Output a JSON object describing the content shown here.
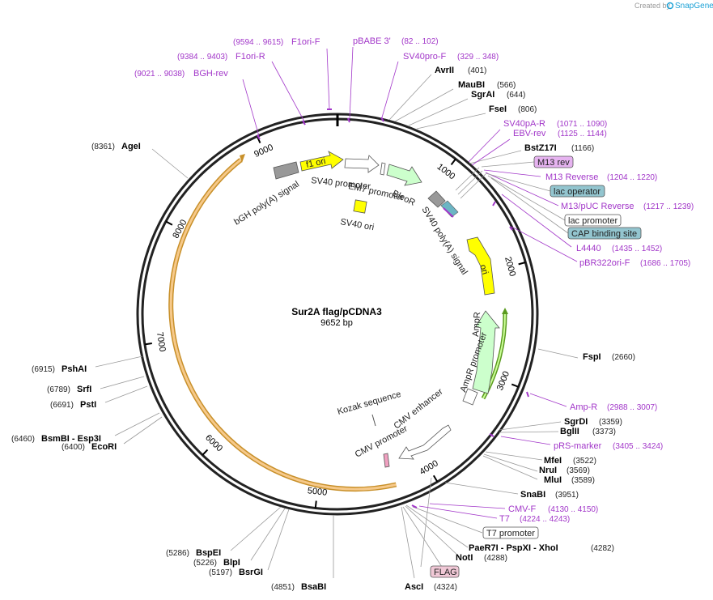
{
  "credit": {
    "prefix": "Created by",
    "brand": "SnapGene"
  },
  "plasmid": {
    "name": "Sur2A flag/pCDNA3",
    "length": "9652 bp"
  },
  "ticks": [
    "1000",
    "2000",
    "3000",
    "4000",
    "5000",
    "6000",
    "7000",
    "8000",
    "9000"
  ],
  "enzymes": [
    {
      "name": "AvrII",
      "pos": "(401)"
    },
    {
      "name": "MauBI",
      "pos": "(566)"
    },
    {
      "name": "SgrAI",
      "pos": "(644)"
    },
    {
      "name": "FseI",
      "pos": "(806)"
    },
    {
      "name": "BstZ17I",
      "pos": "(1166)"
    },
    {
      "name": "FspI",
      "pos": "(2660)"
    },
    {
      "name": "SgrDI",
      "pos": "(3359)"
    },
    {
      "name": "BglII",
      "pos": "(3373)"
    },
    {
      "name": "MfeI",
      "pos": "(3522)"
    },
    {
      "name": "NruI",
      "pos": "(3569)"
    },
    {
      "name": "MluI",
      "pos": "(3589)"
    },
    {
      "name": "SnaBI",
      "pos": "(3951)"
    },
    {
      "name": "PaeR7I - PspXI - XhoI",
      "pos": "(4282)"
    },
    {
      "name": "NotI",
      "pos": "(4288)"
    },
    {
      "name": "AscI",
      "pos": "(4324)"
    },
    {
      "name": "BsaBI",
      "pos": "(4851)"
    },
    {
      "name": "BsrGI",
      "pos": "(5197)"
    },
    {
      "name": "BlpI",
      "pos": "(5226)"
    },
    {
      "name": "BspEI",
      "pos": "(5286)"
    },
    {
      "name": "EcoRI",
      "pos": "(6400)"
    },
    {
      "name": "BsmBI - Esp3I",
      "pos": "(6460)"
    },
    {
      "name": "PstI",
      "pos": "(6691)"
    },
    {
      "name": "SrfI",
      "pos": "(6789)"
    },
    {
      "name": "PshAI",
      "pos": "(6915)"
    },
    {
      "name": "AgeI",
      "pos": "(8361)"
    }
  ],
  "primers": [
    {
      "name": "F1ori-F",
      "range": "(9594 .. 9615)"
    },
    {
      "name": "pBABE 3'",
      "range": "(82 .. 102)"
    },
    {
      "name": "SV40pro-F",
      "range": "(329 .. 348)"
    },
    {
      "name": "F1ori-R",
      "range": "(9384 .. 9403)"
    },
    {
      "name": "BGH-rev",
      "range": "(9021 .. 9038)"
    },
    {
      "name": "SV40pA-R",
      "range": "(1071 .. 1090)"
    },
    {
      "name": "EBV-rev",
      "range": "(1125 .. 1144)"
    },
    {
      "name": "M13 Reverse",
      "range": "(1204 .. 1220)"
    },
    {
      "name": "M13/pUC Reverse",
      "range": "(1217 .. 1239)"
    },
    {
      "name": "L4440",
      "range": "(1435 .. 1452)"
    },
    {
      "name": "pBR322ori-F",
      "range": "(1686 .. 1705)"
    },
    {
      "name": "Amp-R",
      "range": "(2988 .. 3007)"
    },
    {
      "name": "pRS-marker",
      "range": "(3405 .. 3424)"
    },
    {
      "name": "CMV-F",
      "range": "(4130 .. 4150)"
    },
    {
      "name": "T7",
      "range": "(4224 .. 4243)"
    }
  ],
  "boxed": {
    "m13rev": "M13 rev",
    "lacop": "lac operator",
    "lacprom": "lac promoter",
    "cap": "CAP binding site",
    "t7prom": "T7 promoter",
    "flag": "FLAG"
  },
  "features": {
    "f1ori": "f1 ori",
    "sv40prom": "SV40 promoter",
    "em7": "EM7 promoter",
    "bleor": "BleoR",
    "bgh": "bGH poly(A) signal",
    "sv40ori": "SV40 ori",
    "sv40pa": "SV40 poly(A) signal",
    "ori": "ori",
    "ampr": "AmpR",
    "amprprom": "AmpR promoter",
    "cmvenh": "CMV enhancer",
    "cmvprom": "CMV promoter",
    "kozak": "Kozak sequence"
  },
  "colors": {
    "primer": "#a237c9",
    "yellow": "#ffff00",
    "green": "#ccffcc",
    "grey": "#999999",
    "orange": "#f0b860",
    "lacop": "#93c5cf",
    "m13rev": "#e6b3f0",
    "flag": "#f0c8d6"
  }
}
